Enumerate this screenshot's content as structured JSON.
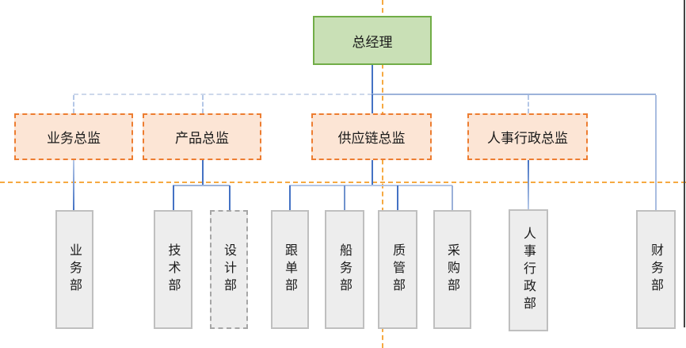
{
  "diagram": {
    "type": "org-chart",
    "root": {
      "label": "总经理"
    },
    "directors": [
      {
        "label": "业务总监"
      },
      {
        "label": "产品总监"
      },
      {
        "label": "供应链总监"
      },
      {
        "label": "人事行政总监"
      }
    ],
    "departments": [
      {
        "label": "业务部",
        "parent": "业务总监"
      },
      {
        "label": "技术部",
        "parent": "产品总监"
      },
      {
        "label": "设计部",
        "parent": "产品总监"
      },
      {
        "label": "跟单部",
        "parent": "供应链总监"
      },
      {
        "label": "船务部",
        "parent": "供应链总监"
      },
      {
        "label": "质管部",
        "parent": "供应链总监"
      },
      {
        "label": "采购部",
        "parent": "供应链总监"
      },
      {
        "label": "人事行政部",
        "parent": "人事行政总监"
      },
      {
        "label": "财务部",
        "parent": "总经理"
      }
    ],
    "colors": {
      "root_fill": "#c9e0b6",
      "root_border": "#71ad47",
      "director_fill": "#fce5d5",
      "director_border": "#ed7d31",
      "dept_fill": "#ededed",
      "dept_border": "#bfbfbf",
      "dept_border_dashed": "#a6a6a6",
      "connector_dark": "#4472c4",
      "connector_light": "#b4c7e7",
      "guide_orange": "#f6a941"
    }
  }
}
